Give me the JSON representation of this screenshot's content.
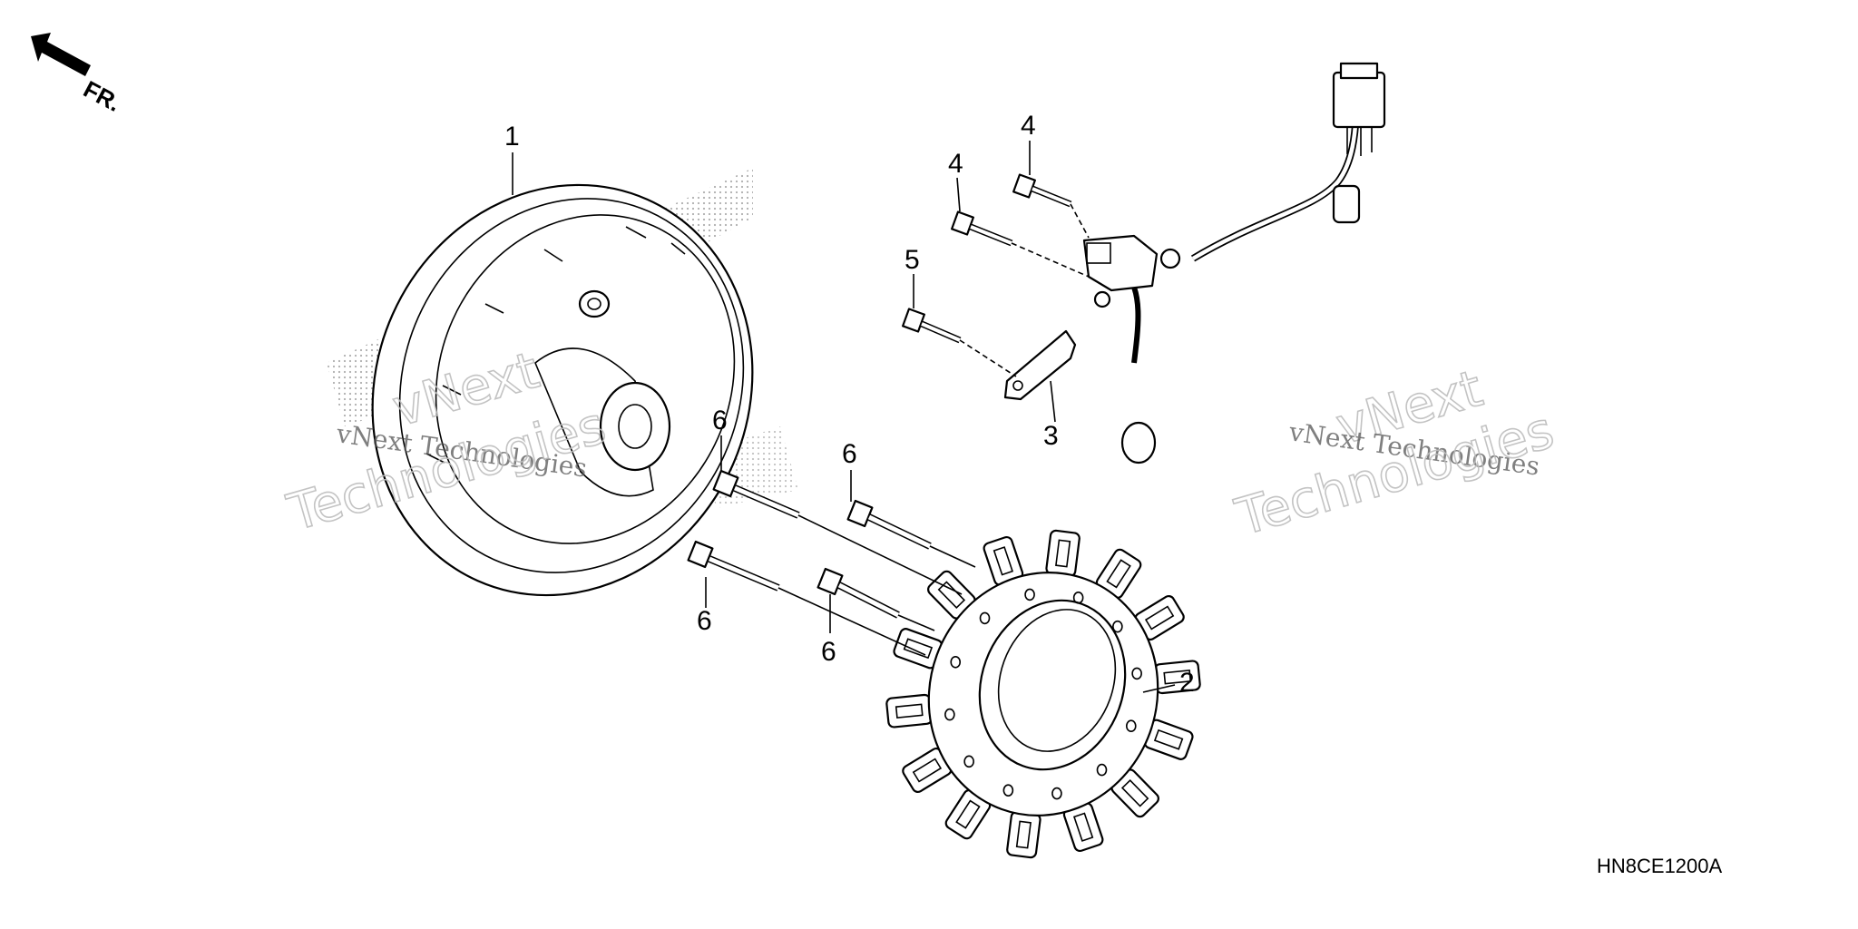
{
  "orientation": {
    "label": "FR."
  },
  "callouts": [
    {
      "id": "flywheel",
      "text": "1"
    },
    {
      "id": "stator",
      "text": "2"
    },
    {
      "id": "plate",
      "text": "3"
    },
    {
      "id": "bolt4a",
      "text": "4"
    },
    {
      "id": "bolt4b",
      "text": "4"
    },
    {
      "id": "bolt5",
      "text": "5"
    },
    {
      "id": "bolt6a",
      "text": "6"
    },
    {
      "id": "bolt6b",
      "text": "6"
    },
    {
      "id": "bolt6c",
      "text": "6"
    },
    {
      "id": "bolt6d",
      "text": "6"
    }
  ],
  "diagram_code": "HN8CE1200A",
  "watermarks": [
    {
      "line1": "vNext",
      "line2": "vNext Technologies",
      "line3": "Technologies"
    },
    {
      "line1": "vNext",
      "line2": "vNext Technologies",
      "line3": "Technologies"
    }
  ]
}
